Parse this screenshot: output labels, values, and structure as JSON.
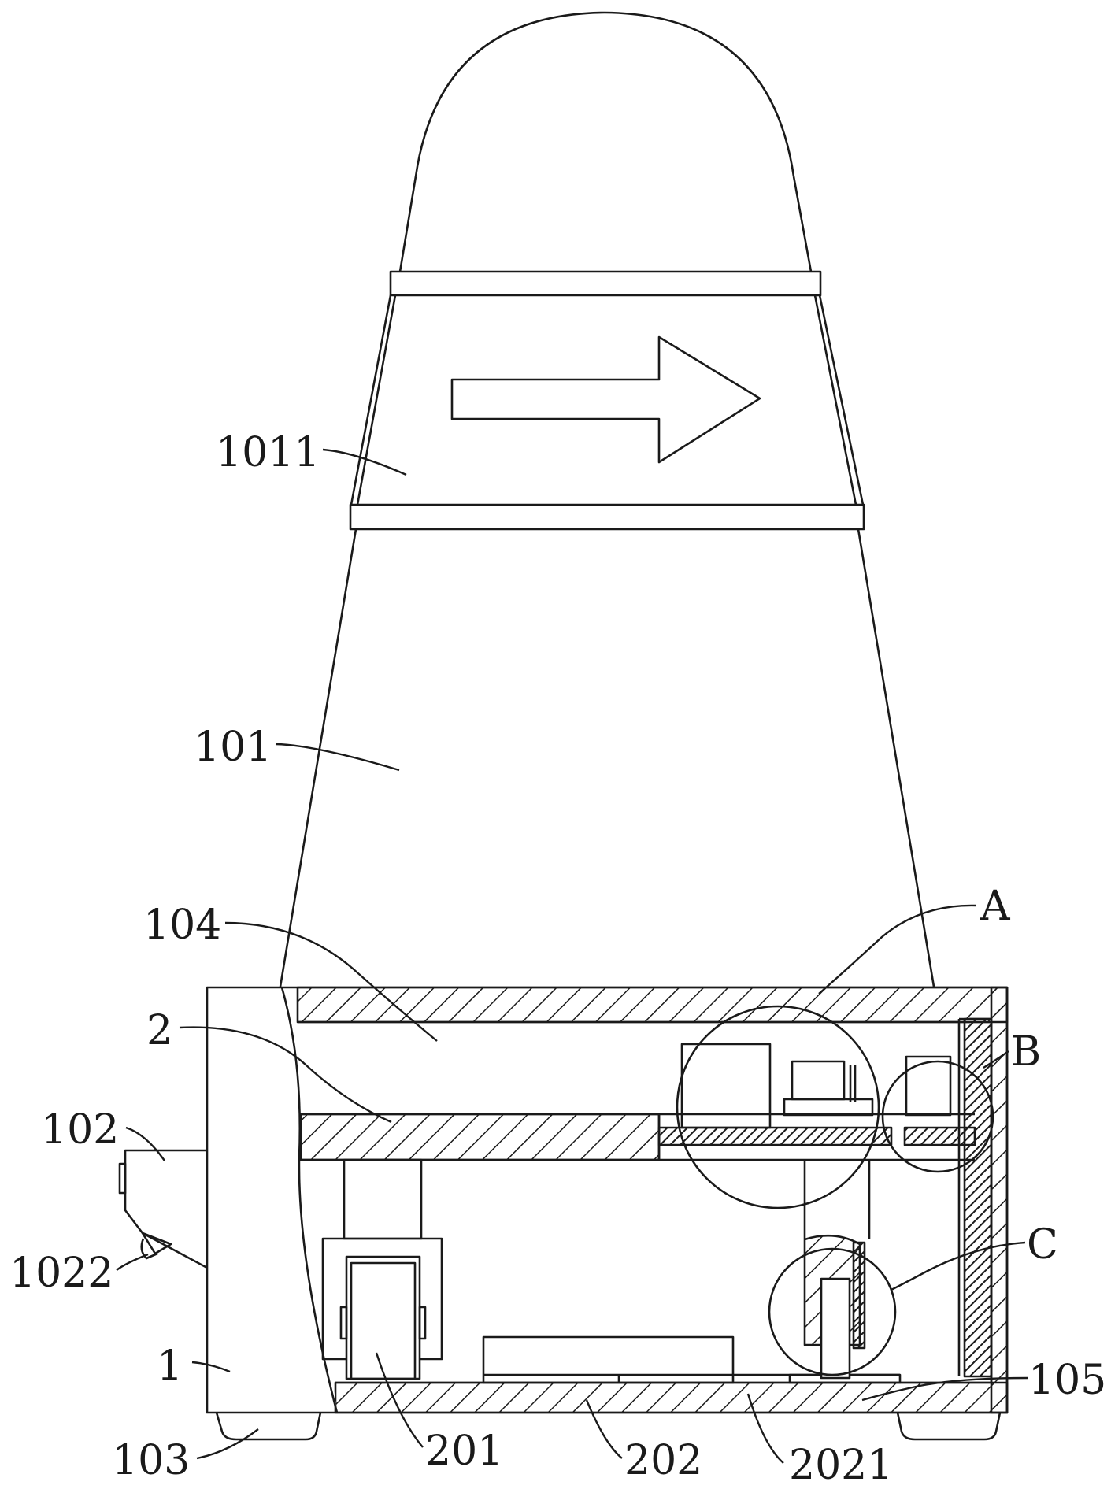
{
  "labels": {
    "l1011": "1011",
    "l101": "101",
    "l104": "104",
    "l2": "2",
    "lA": "A",
    "lB": "B",
    "lC": "C",
    "l102": "102",
    "l1022": "1022",
    "l1": "1",
    "l105": "105",
    "l103": "103",
    "l201": "201",
    "l202": "202",
    "l2021": "2021"
  },
  "colors": {
    "line": "#1a1a1a",
    "background": "#ffffff"
  }
}
